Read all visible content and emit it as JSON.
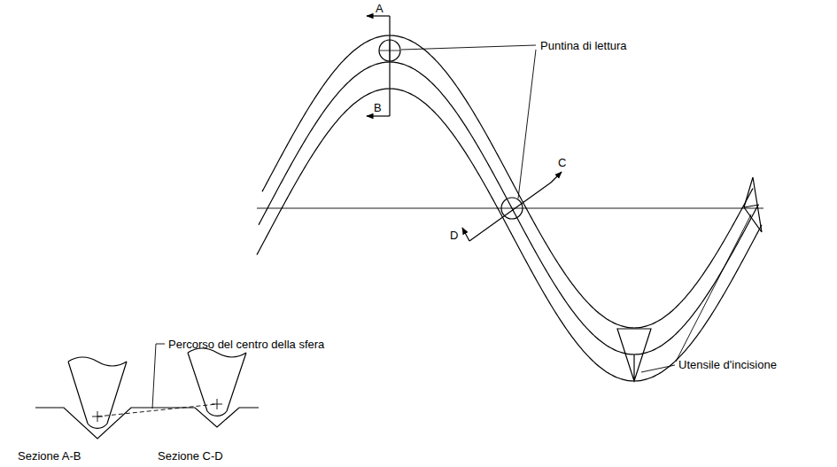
{
  "diagram": {
    "labels": [
      "A",
      "B",
      "C",
      "D",
      "Puntina di lettura",
      "Percorso del centro della sfera",
      "Utensile d'incisione",
      "Sezione A-B",
      "Sezione C-D"
    ]
  }
}
